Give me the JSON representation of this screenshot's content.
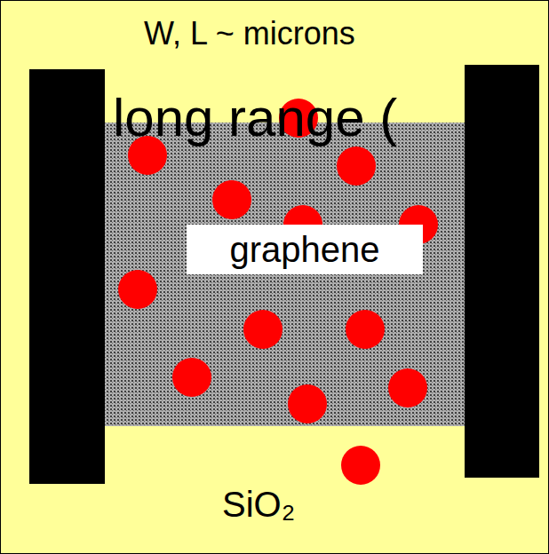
{
  "diagram": {
    "nodes": [
      {
        "text": [
          "graphene"
        ]
      }
    ],
    "labels": [
      "W, L ~ microns",
      "long range (",
      "SiO₂"
    ]
  }
}
